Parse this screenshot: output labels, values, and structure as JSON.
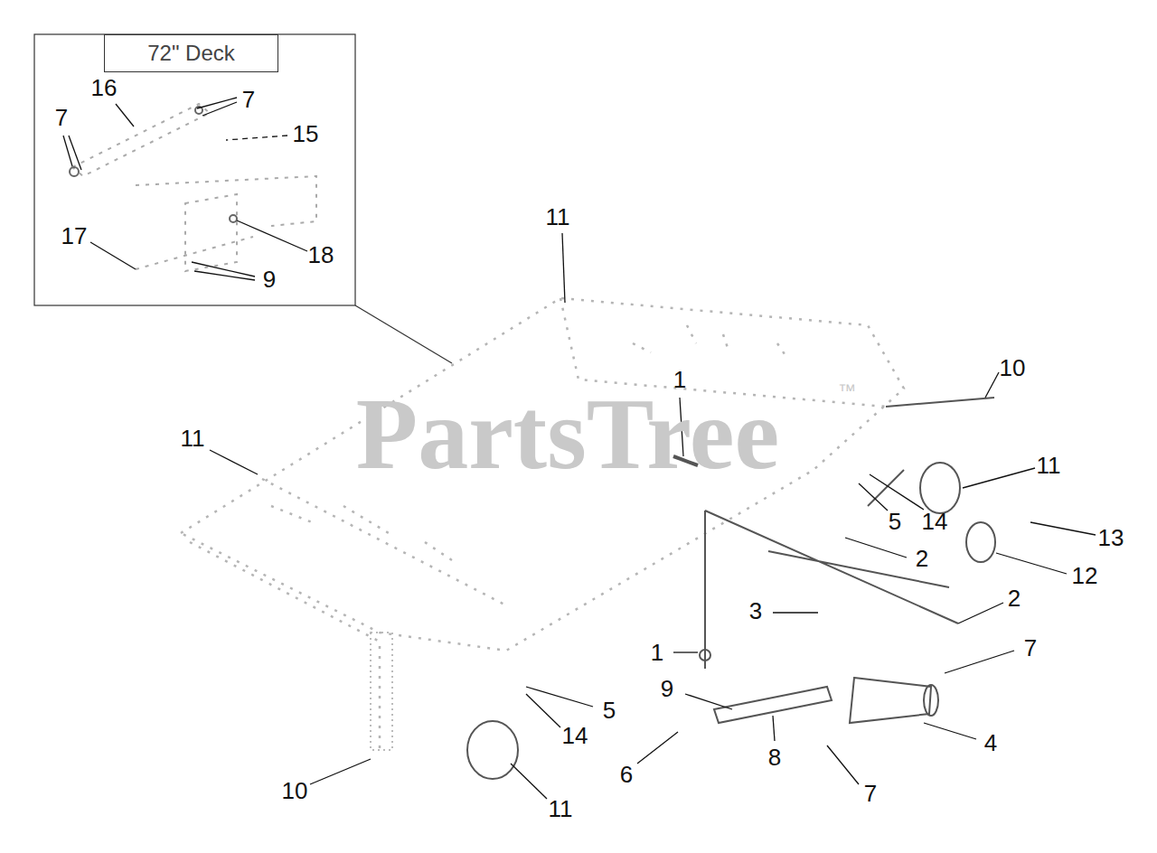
{
  "diagram": {
    "nodes": [
      {
        "text": [
          "72\" Deck"
        ]
      }
    ],
    "labels": [
      "16",
      "7",
      "7",
      "15",
      "17",
      "18",
      "9",
      "11",
      "1",
      "10",
      "11",
      "11",
      "5",
      "14",
      "13",
      "2",
      "12",
      "2",
      "3",
      "7",
      "1",
      "9",
      "5",
      "14",
      "4",
      "6",
      "8",
      "10",
      "11",
      "7",
      "PartsTree",
      "™"
    ]
  }
}
